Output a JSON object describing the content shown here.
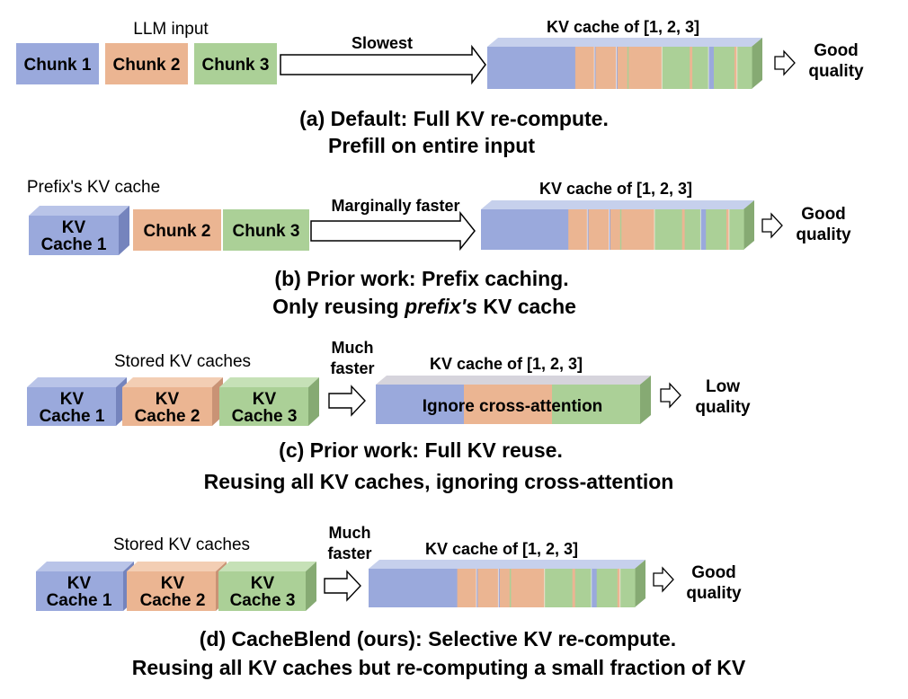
{
  "colors": {
    "chunk1": "#9aa9dc",
    "chunk1_top": "#b9c4e8",
    "chunk1_side": "#7584bd",
    "chunk2": "#ebb592",
    "chunk2_top": "#f3ceb4",
    "chunk2_side": "#c99375",
    "chunk3": "#abd097",
    "chunk3_top": "#c6e1b7",
    "chunk3_side": "#86aa73",
    "outline": "#000000"
  },
  "panel_a": {
    "input_title": "LLM input",
    "chunks": [
      "Chunk 1",
      "Chunk 2",
      "Chunk 3"
    ],
    "arrow_label": "Slowest",
    "cache_title": "KV cache of [1, 2, 3]",
    "outcome": [
      "Good",
      "quality"
    ],
    "caption": [
      "(a) Default: Full KV re-compute.",
      "Prefill on entire input"
    ]
  },
  "panel_b": {
    "input_title": "Prefix's KV cache",
    "kv_box": [
      "KV",
      "Cache 1"
    ],
    "chunks": [
      "Chunk 2",
      "Chunk 3"
    ],
    "arrow_label": "Marginally faster",
    "cache_title": "KV cache of [1, 2, 3]",
    "outcome": [
      "Good",
      "quality"
    ],
    "caption_line1": "(b) Prior work: Prefix caching.",
    "caption_line2_pre": "Only reusing ",
    "caption_line2_em": "prefix's",
    "caption_line2_post": " KV cache"
  },
  "panel_c": {
    "input_title": "Stored KV caches",
    "kv_boxes": [
      [
        "KV",
        "Cache 1"
      ],
      [
        "KV",
        "Cache 2"
      ],
      [
        "KV",
        "Cache 3"
      ]
    ],
    "arrow_label": [
      "Much",
      "faster"
    ],
    "cache_title": "KV cache of [1, 2, 3]",
    "ignore_label": "Ignore cross-attention",
    "outcome": [
      "Low",
      "quality"
    ],
    "caption": [
      "(c) Prior work: Full KV reuse.",
      "Reusing all KV caches, ignoring cross-attention"
    ]
  },
  "panel_d": {
    "input_title": "Stored KV caches",
    "kv_boxes": [
      [
        "KV",
        "Cache 1"
      ],
      [
        "KV",
        "Cache 2"
      ],
      [
        "KV",
        "Cache 3"
      ]
    ],
    "arrow_label": [
      "Much",
      "faster"
    ],
    "cache_title": "KV cache of [1, 2, 3]",
    "outcome": [
      "Good",
      "quality"
    ],
    "caption": [
      "(d) CacheBlend (ours): Selective KV re-compute.",
      "Reusing all KV caches but re-computing a small fraction of KV"
    ]
  }
}
